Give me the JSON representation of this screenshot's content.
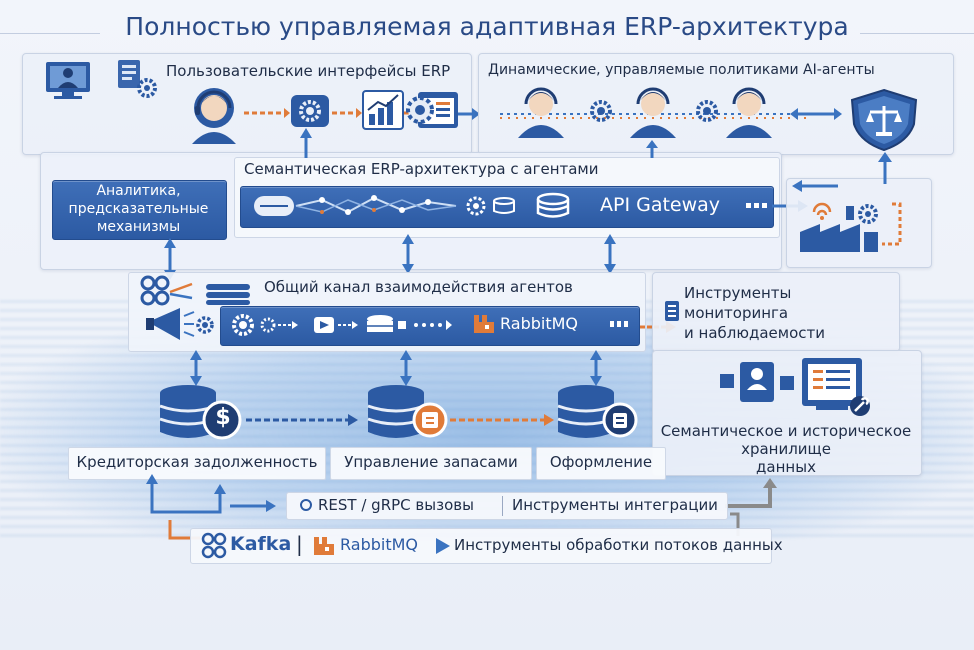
{
  "title": "Полностью управляемая адаптивная ERP-архитектура",
  "ui_panel": {
    "title": "Пользовательские интерфейсы ERP"
  },
  "agents_panel": {
    "title": "Динамические, управляемые политиками AI-агенты"
  },
  "semantic_panel": {
    "title": "Семантическая ERP-архитектура с агентами",
    "gateway_label": "API Gateway"
  },
  "analytics": {
    "line1": "Аналитика,",
    "line2": "предсказательные",
    "line3": "механизмы"
  },
  "channel": {
    "title": "Общий канал взаимодействия  агентов",
    "broker_label": "RabbitMQ"
  },
  "monitoring": {
    "line1": "Инструменты",
    "line2": "мониторинга",
    "line3": "и наблюдаемости"
  },
  "storage": {
    "line1": "Семантическое и историческое",
    "line2": "хранилище",
    "line3": "данных"
  },
  "modules": [
    {
      "label": "Кредиторская задолженность"
    },
    {
      "label": "Управление запасами"
    },
    {
      "label": "Оформление"
    }
  ],
  "integration": {
    "rest_label": "REST / gRPC вызовы",
    "tools_label": "Инструменты интеграции"
  },
  "streaming": {
    "kafka": "Kafka",
    "separator": "|",
    "rabbit": "RabbitMQ",
    "tools": "Инструменты обработки потоков данных"
  },
  "colors": {
    "primary": "#2c5aa3",
    "dark": "#1f3d73",
    "accent_orange": "#e07b39",
    "light_panel": "#eaf0f8",
    "arrow_blue": "#3a73c0"
  },
  "icons": [
    "monitor-user-icon",
    "form-gear-icon",
    "headset-agent-icon",
    "gear-icon",
    "chart-icon",
    "window-gear-icon",
    "shield-scales-icon",
    "database-icon",
    "dollar-icon",
    "box-icon",
    "factory-icon",
    "wifi-icon",
    "network-icon",
    "megaphone-icon",
    "document-icon",
    "wrench-icon",
    "kafka-icon",
    "rabbitmq-icon",
    "play-icon"
  ]
}
